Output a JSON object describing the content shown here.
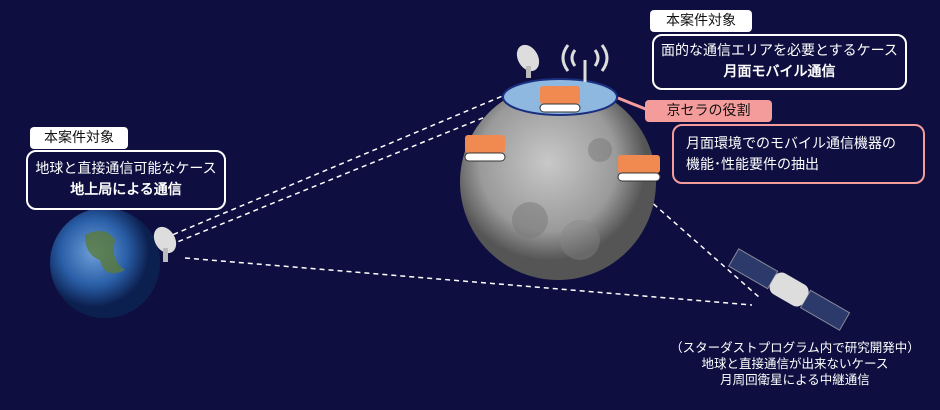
{
  "earth_case": {
    "tag": "本案件対象",
    "line1": "地球と直接通信可能なケース",
    "line2": "地上局による通信"
  },
  "moon_case": {
    "tag": "本案件対象",
    "line1": "面的な通信エリアを必要とするケース",
    "line2": "月面モバイル通信"
  },
  "kyocera_role": {
    "tag": "京セラの役割",
    "line1": "月面環境でのモバイル通信機器の",
    "line2": "機能･性能要件の抽出"
  },
  "satellite_case": {
    "line1": "（スターダストプログラム内で研究開発中）",
    "line2": "地球と直接通信が出来ないケース",
    "line3": "月周回衛星による中継通信"
  },
  "colors": {
    "background": "#0e0f40",
    "pink": "#f49c9c",
    "area": "#8fb8e0"
  }
}
